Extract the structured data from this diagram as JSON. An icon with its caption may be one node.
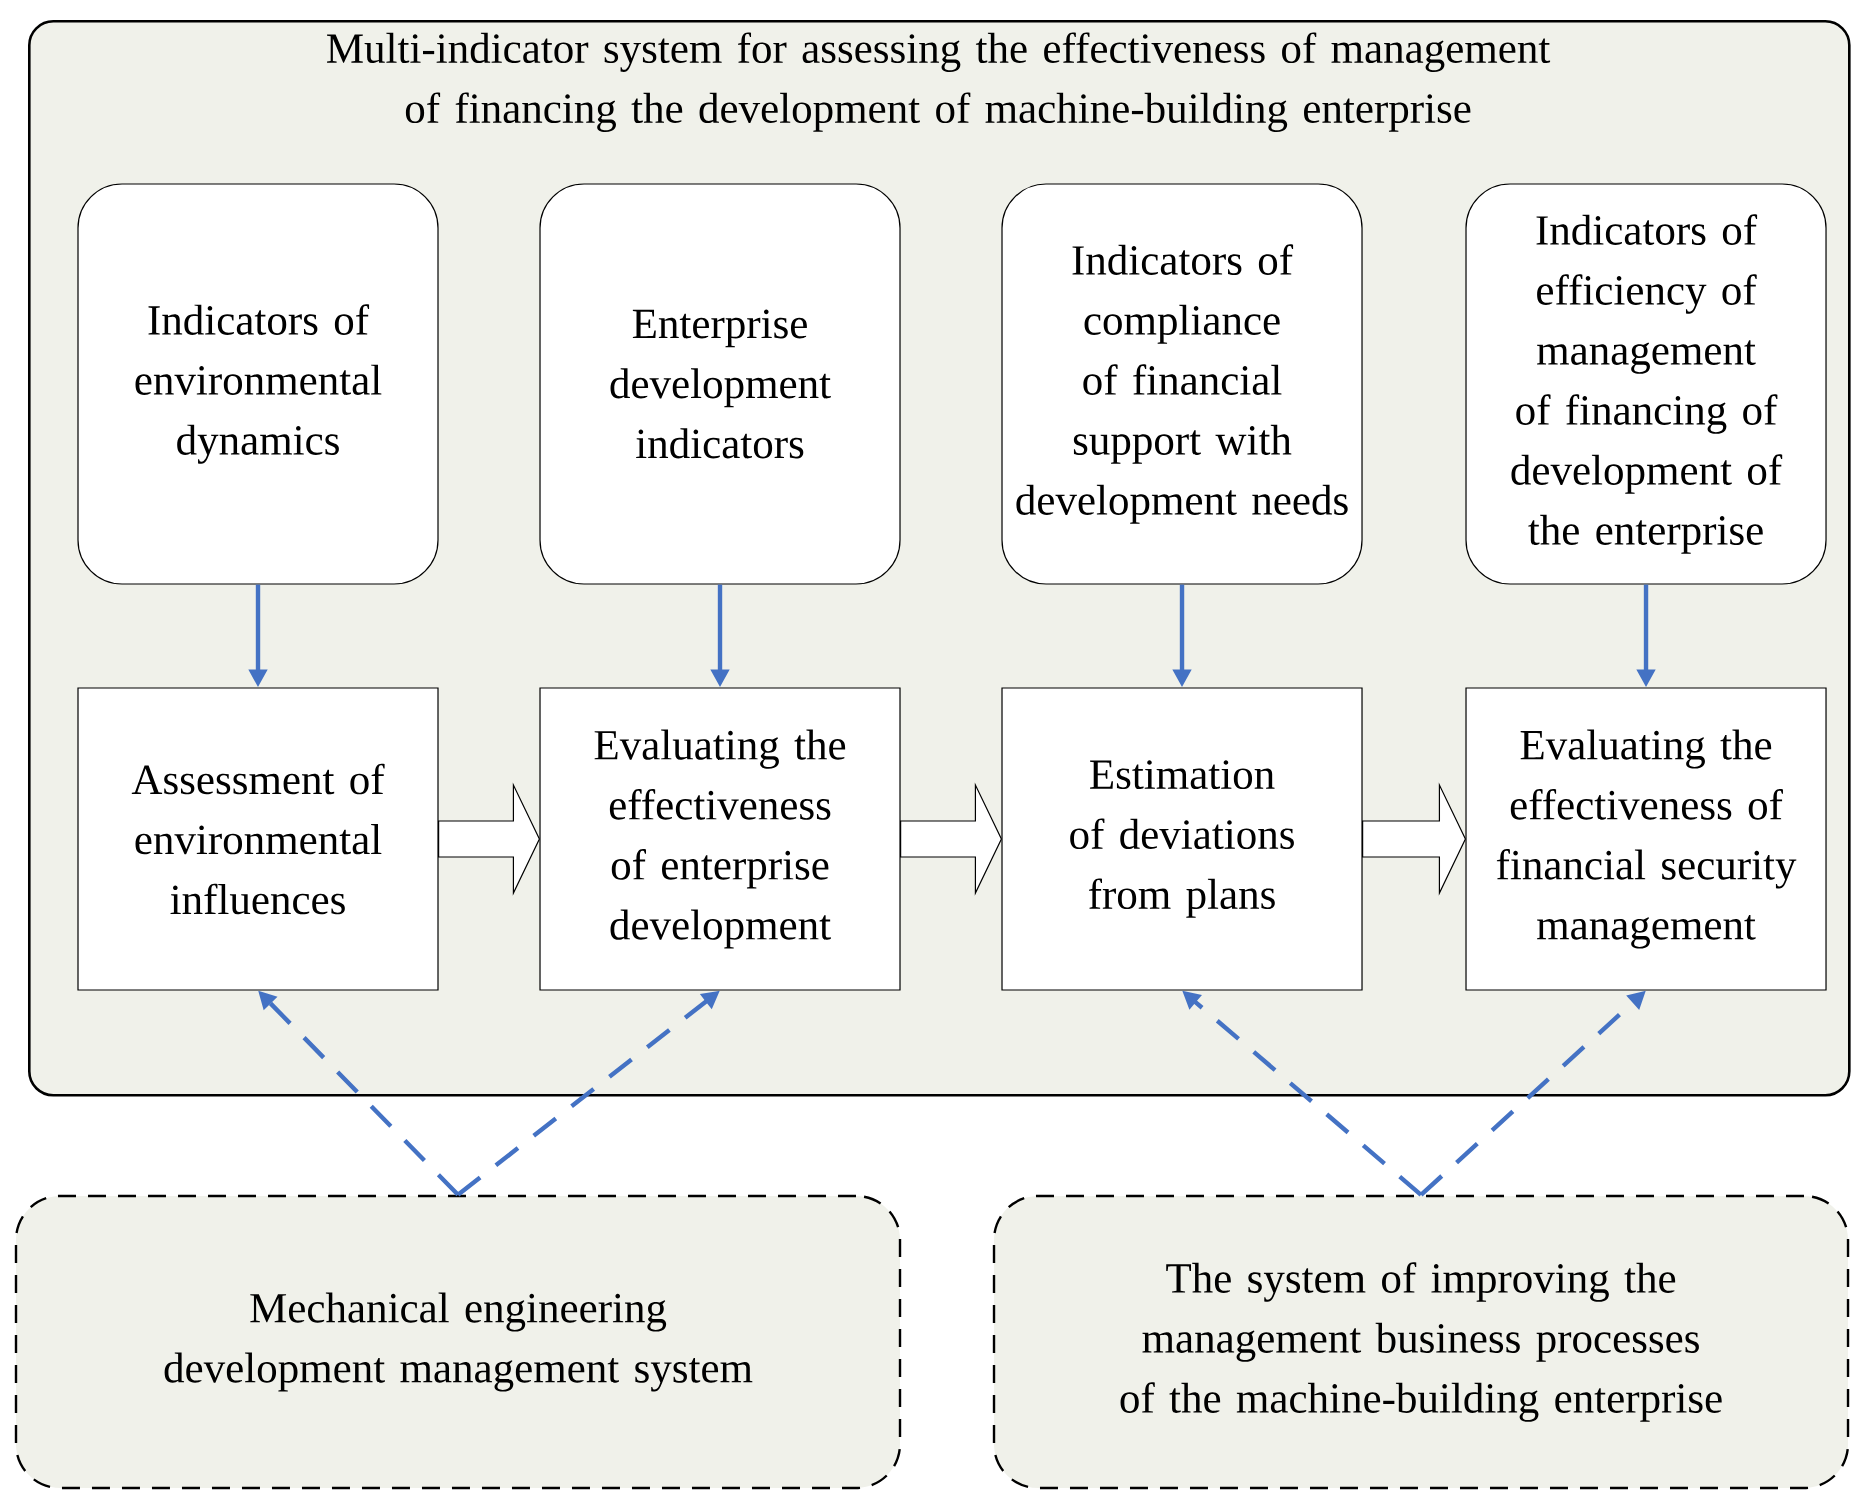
{
  "diagram": {
    "nodes": [
      {
        "text": [
          "Multi-indicator system for assessing the effectiveness of management of financing the development of machine-building enterprise"
        ]
      },
      {
        "text": [
          "Indicators of environmental dynamics"
        ],
        "in": 0
      },
      {
        "text": [
          "Enterprise development indicators"
        ],
        "in": 0
      },
      {
        "text": [
          "Indicators of compliance of financial support with development needs"
        ],
        "in": 0
      },
      {
        "text": [
          "Indicators of efficiency of management of financing of development of the enterprise"
        ],
        "in": 0
      },
      {
        "text": [
          "Assessment of environmental influences"
        ],
        "in": 0
      },
      {
        "text": [
          "Evaluating the effectiveness of enterprise development"
        ],
        "in": 0
      },
      {
        "text": [
          "Estimation of deviations from plans"
        ],
        "in": 0
      },
      {
        "text": [
          "Evaluating the effectiveness of financial security management"
        ],
        "in": 0
      },
      {
        "text": [
          "Mechanical engineering development management system"
        ]
      },
      {
        "text": [
          "The system of improving the management business processes of the machine-building enterprise"
        ]
      }
    ],
    "edges": [
      {
        "from": 1,
        "to": 5,
        "arrow": "to",
        "color": "#4472c4"
      },
      {
        "from": 2,
        "to": 6,
        "arrow": "to",
        "color": "#4472c4"
      },
      {
        "from": 3,
        "to": 7,
        "arrow": "to",
        "color": "#4472c4"
      },
      {
        "from": 4,
        "to": 8,
        "arrow": "to",
        "color": "#4472c4"
      },
      {
        "from": 5,
        "to": 6,
        "arrow": "to",
        "style": "thick",
        "color": "#000000"
      },
      {
        "from": 6,
        "to": 7,
        "arrow": "to",
        "style": "thick",
        "color": "#000000"
      },
      {
        "from": 7,
        "to": 8,
        "arrow": "to",
        "style": "thick",
        "color": "#000000"
      },
      {
        "from": 9,
        "to": 5,
        "arrow": "to",
        "style": "dashed",
        "color": "#4472c4"
      },
      {
        "from": 9,
        "to": 6,
        "arrow": "to",
        "style": "dashed",
        "color": "#4472c4"
      },
      {
        "from": 10,
        "to": 7,
        "arrow": "to",
        "style": "dashed",
        "color": "#4472c4"
      },
      {
        "from": 10,
        "to": 8,
        "arrow": "to",
        "style": "dashed",
        "color": "#4472c4"
      }
    ]
  }
}
